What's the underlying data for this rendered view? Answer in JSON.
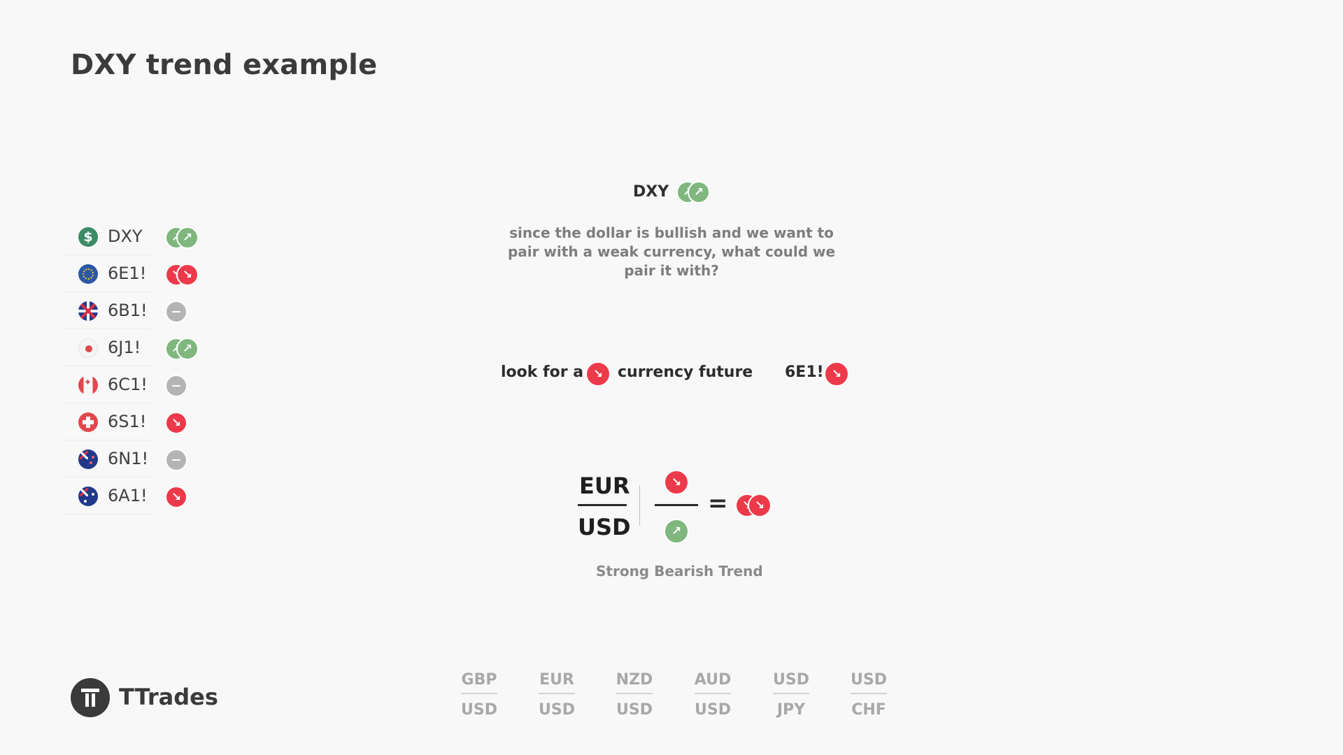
{
  "title": "DXY trend example",
  "watchlist": [
    {
      "symbol": "DXY",
      "flag": "usd-flag-icon",
      "trend": "strong-up"
    },
    {
      "symbol": "6E1!",
      "flag": "eu-flag-icon",
      "trend": "strong-down"
    },
    {
      "symbol": "6B1!",
      "flag": "uk-flag-icon",
      "trend": "neutral"
    },
    {
      "symbol": "6J1!",
      "flag": "japan-flag-icon",
      "trend": "strong-up"
    },
    {
      "symbol": "6C1!",
      "flag": "canada-flag-icon",
      "trend": "neutral"
    },
    {
      "symbol": "6S1!",
      "flag": "swiss-flag-icon",
      "trend": "down"
    },
    {
      "symbol": "6N1!",
      "flag": "new-zealand-flag-icon",
      "trend": "neutral"
    },
    {
      "symbol": "6A1!",
      "flag": "australia-flag-icon",
      "trend": "down"
    }
  ],
  "center": {
    "dxy_label": "DXY",
    "question": "since the dollar is bullish and we want to pair with a weak currency, what could we pair it with?",
    "look_for": "look for a",
    "currency_future": "currency future",
    "pick": "6E1!",
    "fraction_top": "EUR",
    "fraction_bottom": "USD",
    "equals": "=",
    "result_text": "Strong Bearish Trend"
  },
  "pairs": [
    {
      "top": "GBP",
      "bottom": "USD"
    },
    {
      "top": "EUR",
      "bottom": "USD"
    },
    {
      "top": "NZD",
      "bottom": "USD"
    },
    {
      "top": "AUD",
      "bottom": "USD"
    },
    {
      "top": "USD",
      "bottom": "JPY"
    },
    {
      "top": "USD",
      "bottom": "CHF"
    }
  ],
  "brand": {
    "name": "TTrades",
    "logo": "ttrades-logo-icon"
  },
  "colors": {
    "bullish": "#7fb77e",
    "bearish": "#ec3a4a",
    "neutral": "#b4b4b4"
  }
}
